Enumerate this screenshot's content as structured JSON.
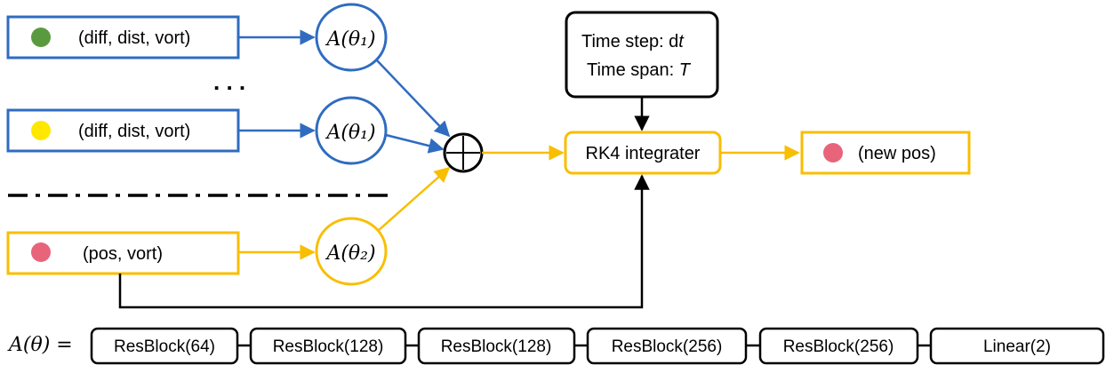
{
  "colors": {
    "blue": "#2f6cc0",
    "yellow": "#f8be00",
    "black": "#000000",
    "green_dot": "#5a9a3f",
    "yellow_dot": "#ffe800",
    "red_dot": "#e8647a"
  },
  "inputs": [
    {
      "label": "(diff, dist, vort)",
      "dot": "green"
    },
    {
      "label": "(diff, dist, vort)",
      "dot": "yellow"
    },
    {
      "label": "(pos, vort)",
      "dot": "red"
    }
  ],
  "ellipsis": ". . .",
  "nodes": {
    "a1_top": "A(θ₁)",
    "a1_mid": "A(θ₁)",
    "a2": "A(θ₂)",
    "sum": "+"
  },
  "time_box": {
    "line1_prefix": "Time step: d",
    "line1_var": "t",
    "line2_prefix": "Time span: ",
    "line2_var": "T"
  },
  "integrator": "RK4 integrater",
  "output": "(new pos)",
  "architecture": {
    "lhs": "A(θ) =",
    "blocks": [
      "ResBlock(64)",
      "ResBlock(128)",
      "ResBlock(128)",
      "ResBlock(256)",
      "ResBlock(256)",
      "Linear(2)"
    ]
  }
}
